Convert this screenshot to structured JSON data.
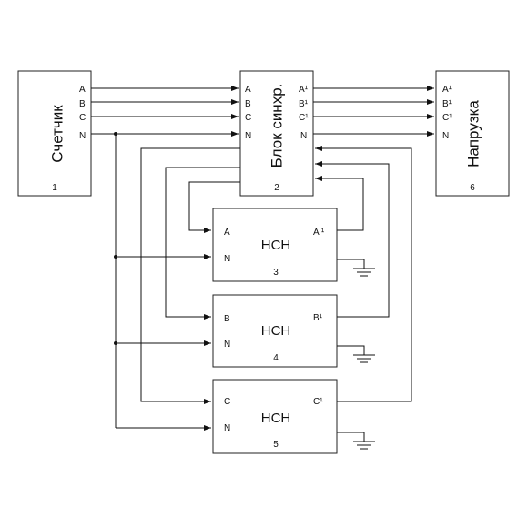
{
  "blocks": {
    "counter": {
      "title": "Счетчик",
      "number": "1",
      "pins": [
        "A",
        "B",
        "C",
        "N"
      ]
    },
    "sync": {
      "title": "Блок синхр.",
      "number": "2",
      "pins_in": [
        "A",
        "B",
        "C",
        "N"
      ],
      "pins_out": [
        "A¹",
        "B¹",
        "C¹",
        "N"
      ]
    },
    "load": {
      "title": "Напрузка",
      "number": "6",
      "pins": [
        "A¹",
        "B¹",
        "C¹",
        "N"
      ]
    },
    "hcn": [
      {
        "title": "НСН",
        "number": "3",
        "in_label": "A",
        "n_label": "N",
        "out_label": "A ¹"
      },
      {
        "title": "НСН",
        "number": "4",
        "in_label": "B",
        "n_label": "N",
        "out_label": "B¹"
      },
      {
        "title": "НСН",
        "number": "5",
        "in_label": "C",
        "n_label": "N",
        "out_label": "C¹"
      }
    ]
  },
  "colors": {
    "line": "#111111",
    "background": "#ffffff"
  }
}
